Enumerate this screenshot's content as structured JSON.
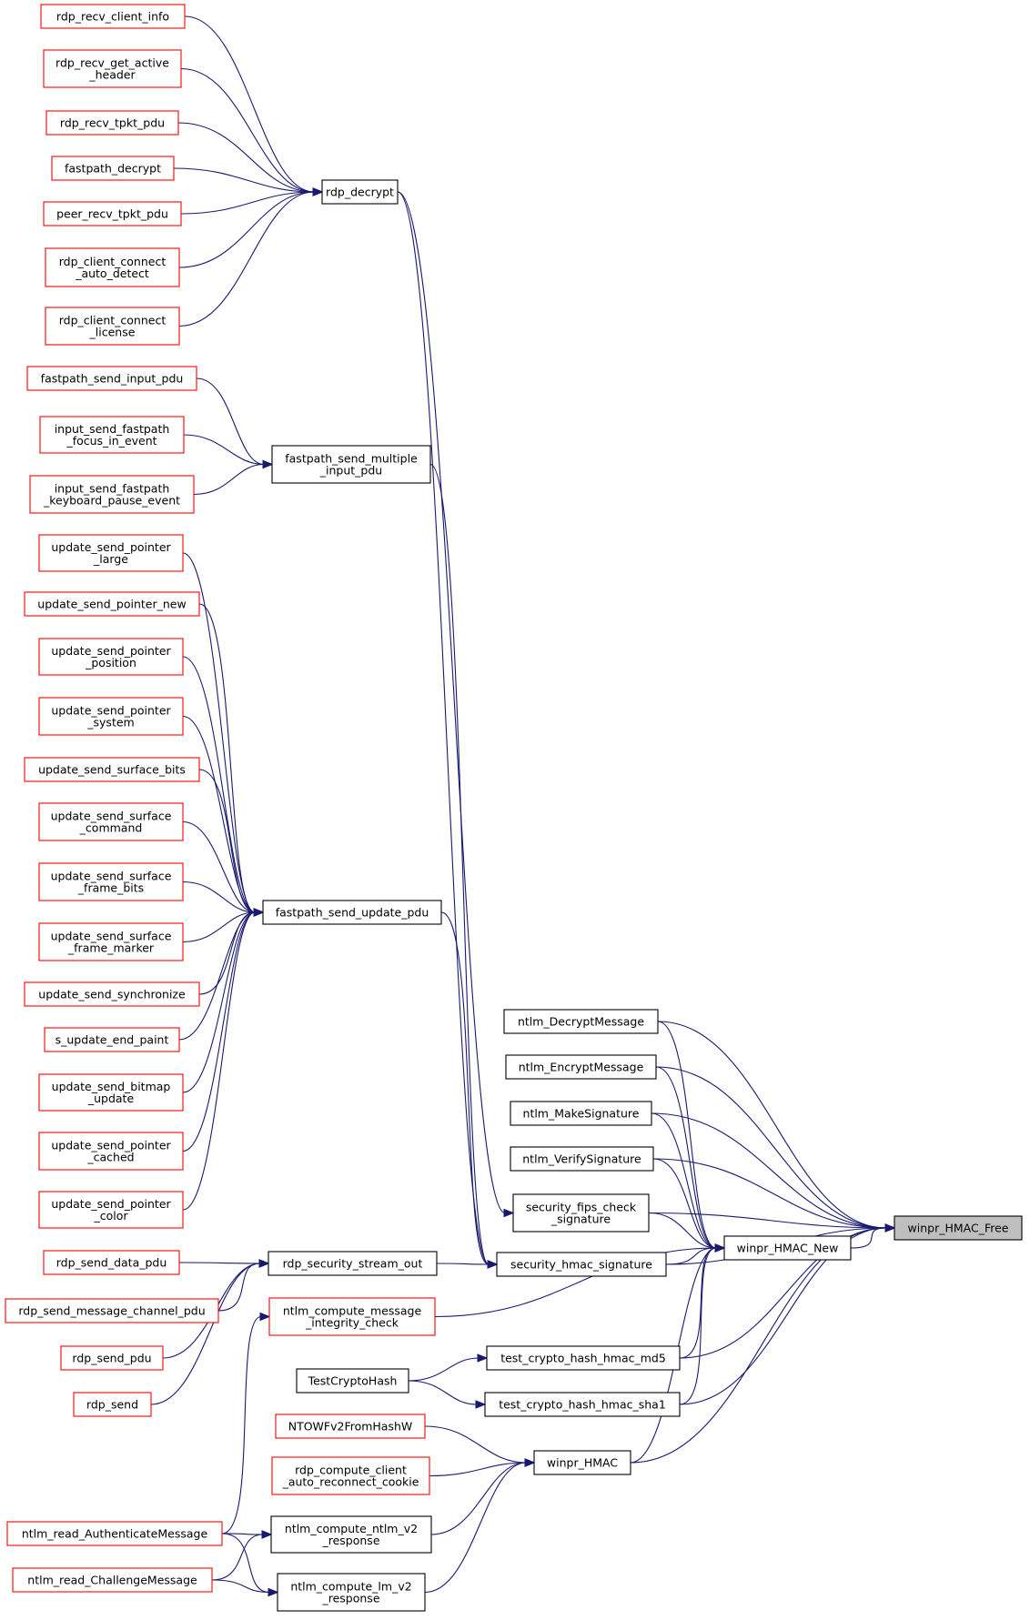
{
  "graph": {
    "root": "winpr_HMAC_Free",
    "colors": {
      "edge": "#191970",
      "border_default": "#000000",
      "border_truncated": "#ff0000",
      "root_fill": "#bfbfbf",
      "fill": "#ffffff"
    },
    "nodes": [
      {
        "id": "rdp_recv_client_info",
        "lines": [
          "rdp_recv_client_info"
        ],
        "truncated": true
      },
      {
        "id": "rdp_recv_get_active_header",
        "lines": [
          "rdp_recv_get_active",
          "_header"
        ],
        "truncated": true
      },
      {
        "id": "rdp_recv_tpkt_pdu",
        "lines": [
          "rdp_recv_tpkt_pdu"
        ],
        "truncated": true
      },
      {
        "id": "fastpath_decrypt",
        "lines": [
          "fastpath_decrypt"
        ],
        "truncated": true
      },
      {
        "id": "peer_recv_tpkt_pdu",
        "lines": [
          "peer_recv_tpkt_pdu"
        ],
        "truncated": true
      },
      {
        "id": "rdp_client_connect_auto_detect",
        "lines": [
          "rdp_client_connect",
          "_auto_detect"
        ],
        "truncated": true
      },
      {
        "id": "rdp_client_connect_license",
        "lines": [
          "rdp_client_connect",
          "_license"
        ],
        "truncated": true
      },
      {
        "id": "rdp_decrypt",
        "lines": [
          "rdp_decrypt"
        ],
        "truncated": false
      },
      {
        "id": "fastpath_send_input_pdu",
        "lines": [
          "fastpath_send_input_pdu"
        ],
        "truncated": true
      },
      {
        "id": "input_send_fastpath_focus_in_event",
        "lines": [
          "input_send_fastpath",
          "_focus_in_event"
        ],
        "truncated": true
      },
      {
        "id": "input_send_fastpath_keyboard_pause_event",
        "lines": [
          "input_send_fastpath",
          "_keyboard_pause_event"
        ],
        "truncated": true
      },
      {
        "id": "fastpath_send_multiple_input_pdu",
        "lines": [
          "fastpath_send_multiple",
          "_input_pdu"
        ],
        "truncated": false
      },
      {
        "id": "update_send_pointer_large",
        "lines": [
          "update_send_pointer",
          "_large"
        ],
        "truncated": true
      },
      {
        "id": "update_send_pointer_new",
        "lines": [
          "update_send_pointer_new"
        ],
        "truncated": true
      },
      {
        "id": "update_send_pointer_position",
        "lines": [
          "update_send_pointer",
          "_position"
        ],
        "truncated": true
      },
      {
        "id": "update_send_pointer_system",
        "lines": [
          "update_send_pointer",
          "_system"
        ],
        "truncated": true
      },
      {
        "id": "update_send_surface_bits",
        "lines": [
          "update_send_surface_bits"
        ],
        "truncated": true
      },
      {
        "id": "update_send_surface_command",
        "lines": [
          "update_send_surface",
          "_command"
        ],
        "truncated": true
      },
      {
        "id": "update_send_surface_frame_bits",
        "lines": [
          "update_send_surface",
          "_frame_bits"
        ],
        "truncated": true
      },
      {
        "id": "update_send_surface_frame_marker",
        "lines": [
          "update_send_surface",
          "_frame_marker"
        ],
        "truncated": true
      },
      {
        "id": "update_send_synchronize",
        "lines": [
          "update_send_synchronize"
        ],
        "truncated": true
      },
      {
        "id": "s_update_end_paint",
        "lines": [
          "s_update_end_paint"
        ],
        "truncated": true
      },
      {
        "id": "update_send_bitmap_update",
        "lines": [
          "update_send_bitmap",
          "_update"
        ],
        "truncated": true
      },
      {
        "id": "update_send_pointer_cached",
        "lines": [
          "update_send_pointer",
          "_cached"
        ],
        "truncated": true
      },
      {
        "id": "update_send_pointer_color",
        "lines": [
          "update_send_pointer",
          "_color"
        ],
        "truncated": true
      },
      {
        "id": "fastpath_send_update_pdu",
        "lines": [
          "fastpath_send_update_pdu"
        ],
        "truncated": false
      },
      {
        "id": "ntlm_DecryptMessage",
        "lines": [
          "ntlm_DecryptMessage"
        ],
        "truncated": false
      },
      {
        "id": "ntlm_EncryptMessage",
        "lines": [
          "ntlm_EncryptMessage"
        ],
        "truncated": false
      },
      {
        "id": "ntlm_MakeSignature",
        "lines": [
          "ntlm_MakeSignature"
        ],
        "truncated": false
      },
      {
        "id": "ntlm_VerifySignature",
        "lines": [
          "ntlm_VerifySignature"
        ],
        "truncated": false
      },
      {
        "id": "security_fips_check_signature",
        "lines": [
          "security_fips_check",
          "_signature"
        ],
        "truncated": false
      },
      {
        "id": "winpr_HMAC_Free",
        "lines": [
          "winpr_HMAC_Free"
        ],
        "truncated": false,
        "root": true
      },
      {
        "id": "rdp_send_data_pdu",
        "lines": [
          "rdp_send_data_pdu"
        ],
        "truncated": true
      },
      {
        "id": "rdp_security_stream_out",
        "lines": [
          "rdp_security_stream_out"
        ],
        "truncated": false
      },
      {
        "id": "security_hmac_signature",
        "lines": [
          "security_hmac_signature"
        ],
        "truncated": false
      },
      {
        "id": "winpr_HMAC_New",
        "lines": [
          "winpr_HMAC_New"
        ],
        "truncated": false
      },
      {
        "id": "rdp_send_message_channel_pdu",
        "lines": [
          "rdp_send_message_channel_pdu"
        ],
        "truncated": true
      },
      {
        "id": "ntlm_compute_message_integrity_check",
        "lines": [
          "ntlm_compute_message",
          "_integrity_check"
        ],
        "truncated": true
      },
      {
        "id": "rdp_send_pdu",
        "lines": [
          "rdp_send_pdu"
        ],
        "truncated": true
      },
      {
        "id": "test_crypto_hash_hmac_md5",
        "lines": [
          "test_crypto_hash_hmac_md5"
        ],
        "truncated": false
      },
      {
        "id": "TestCryptoHash",
        "lines": [
          "TestCryptoHash"
        ],
        "truncated": false
      },
      {
        "id": "rdp_send",
        "lines": [
          "rdp_send"
        ],
        "truncated": true
      },
      {
        "id": "test_crypto_hash_hmac_sha1",
        "lines": [
          "test_crypto_hash_hmac_sha1"
        ],
        "truncated": false
      },
      {
        "id": "NTOWFv2FromHashW",
        "lines": [
          "NTOWFv2FromHashW"
        ],
        "truncated": true
      },
      {
        "id": "winpr_HMAC",
        "lines": [
          "winpr_HMAC"
        ],
        "truncated": false
      },
      {
        "id": "rdp_compute_client_auto_reconnect_cookie",
        "lines": [
          "rdp_compute_client",
          "_auto_reconnect_cookie"
        ],
        "truncated": true
      },
      {
        "id": "ntlm_read_AuthenticateMessage",
        "lines": [
          "ntlm_read_AuthenticateMessage"
        ],
        "truncated": true
      },
      {
        "id": "ntlm_compute_ntlm_v2_response",
        "lines": [
          "ntlm_compute_ntlm_v2",
          "_response"
        ],
        "truncated": false
      },
      {
        "id": "ntlm_read_ChallengeMessage",
        "lines": [
          "ntlm_read_ChallengeMessage"
        ],
        "truncated": true
      },
      {
        "id": "ntlm_compute_lm_v2_response",
        "lines": [
          "ntlm_compute_lm_v2",
          "_response"
        ],
        "truncated": false
      }
    ],
    "edges": [
      [
        "rdp_recv_client_info",
        "rdp_decrypt"
      ],
      [
        "rdp_recv_get_active_header",
        "rdp_decrypt"
      ],
      [
        "rdp_recv_tpkt_pdu",
        "rdp_decrypt"
      ],
      [
        "fastpath_decrypt",
        "rdp_decrypt"
      ],
      [
        "peer_recv_tpkt_pdu",
        "rdp_decrypt"
      ],
      [
        "rdp_client_connect_auto_detect",
        "rdp_decrypt"
      ],
      [
        "rdp_client_connect_license",
        "rdp_decrypt"
      ],
      [
        "rdp_decrypt",
        "security_fips_check_signature"
      ],
      [
        "rdp_decrypt",
        "security_hmac_signature"
      ],
      [
        "fastpath_send_input_pdu",
        "fastpath_send_multiple_input_pdu"
      ],
      [
        "input_send_fastpath_focus_in_event",
        "fastpath_send_multiple_input_pdu"
      ],
      [
        "input_send_fastpath_keyboard_pause_event",
        "fastpath_send_multiple_input_pdu"
      ],
      [
        "fastpath_send_multiple_input_pdu",
        "security_hmac_signature"
      ],
      [
        "update_send_pointer_large",
        "fastpath_send_update_pdu"
      ],
      [
        "update_send_pointer_new",
        "fastpath_send_update_pdu"
      ],
      [
        "update_send_pointer_position",
        "fastpath_send_update_pdu"
      ],
      [
        "update_send_pointer_system",
        "fastpath_send_update_pdu"
      ],
      [
        "update_send_surface_bits",
        "fastpath_send_update_pdu"
      ],
      [
        "update_send_surface_command",
        "fastpath_send_update_pdu"
      ],
      [
        "update_send_surface_frame_bits",
        "fastpath_send_update_pdu"
      ],
      [
        "update_send_surface_frame_marker",
        "fastpath_send_update_pdu"
      ],
      [
        "update_send_synchronize",
        "fastpath_send_update_pdu"
      ],
      [
        "s_update_end_paint",
        "fastpath_send_update_pdu"
      ],
      [
        "update_send_bitmap_update",
        "fastpath_send_update_pdu"
      ],
      [
        "update_send_pointer_cached",
        "fastpath_send_update_pdu"
      ],
      [
        "update_send_pointer_color",
        "fastpath_send_update_pdu"
      ],
      [
        "fastpath_send_update_pdu",
        "security_hmac_signature"
      ],
      [
        "ntlm_DecryptMessage",
        "winpr_HMAC_Free"
      ],
      [
        "ntlm_DecryptMessage",
        "winpr_HMAC_New"
      ],
      [
        "ntlm_EncryptMessage",
        "winpr_HMAC_Free"
      ],
      [
        "ntlm_EncryptMessage",
        "winpr_HMAC_New"
      ],
      [
        "ntlm_MakeSignature",
        "winpr_HMAC_Free"
      ],
      [
        "ntlm_MakeSignature",
        "winpr_HMAC_New"
      ],
      [
        "ntlm_VerifySignature",
        "winpr_HMAC_Free"
      ],
      [
        "ntlm_VerifySignature",
        "winpr_HMAC_New"
      ],
      [
        "security_fips_check_signature",
        "winpr_HMAC_Free"
      ],
      [
        "security_fips_check_signature",
        "winpr_HMAC_New"
      ],
      [
        "rdp_send_data_pdu",
        "rdp_security_stream_out"
      ],
      [
        "rdp_send_message_channel_pdu",
        "rdp_security_stream_out"
      ],
      [
        "rdp_send_pdu",
        "rdp_security_stream_out"
      ],
      [
        "rdp_send",
        "rdp_security_stream_out"
      ],
      [
        "rdp_security_stream_out",
        "security_hmac_signature"
      ],
      [
        "security_hmac_signature",
        "winpr_HMAC_New"
      ],
      [
        "security_hmac_signature",
        "winpr_HMAC_Free"
      ],
      [
        "winpr_HMAC_New",
        "winpr_HMAC_Free"
      ],
      [
        "ntlm_compute_message_integrity_check",
        "winpr_HMAC_New"
      ],
      [
        "ntlm_read_AuthenticateMessage",
        "ntlm_compute_message_integrity_check"
      ],
      [
        "test_crypto_hash_hmac_md5",
        "winpr_HMAC_New"
      ],
      [
        "test_crypto_hash_hmac_md5",
        "winpr_HMAC_Free"
      ],
      [
        "TestCryptoHash",
        "test_crypto_hash_hmac_md5"
      ],
      [
        "TestCryptoHash",
        "test_crypto_hash_hmac_sha1"
      ],
      [
        "test_crypto_hash_hmac_sha1",
        "winpr_HMAC_New"
      ],
      [
        "test_crypto_hash_hmac_sha1",
        "winpr_HMAC_Free"
      ],
      [
        "NTOWFv2FromHashW",
        "winpr_HMAC"
      ],
      [
        "rdp_compute_client_auto_reconnect_cookie",
        "winpr_HMAC"
      ],
      [
        "winpr_HMAC",
        "winpr_HMAC_New"
      ],
      [
        "winpr_HMAC",
        "winpr_HMAC_Free"
      ],
      [
        "ntlm_read_AuthenticateMessage",
        "ntlm_compute_ntlm_v2_response"
      ],
      [
        "ntlm_read_AuthenticateMessage",
        "ntlm_compute_lm_v2_response"
      ],
      [
        "ntlm_read_ChallengeMessage",
        "ntlm_compute_ntlm_v2_response"
      ],
      [
        "ntlm_read_ChallengeMessage",
        "ntlm_compute_lm_v2_response"
      ],
      [
        "ntlm_compute_ntlm_v2_response",
        "winpr_HMAC"
      ],
      [
        "ntlm_compute_lm_v2_response",
        "winpr_HMAC"
      ]
    ]
  }
}
